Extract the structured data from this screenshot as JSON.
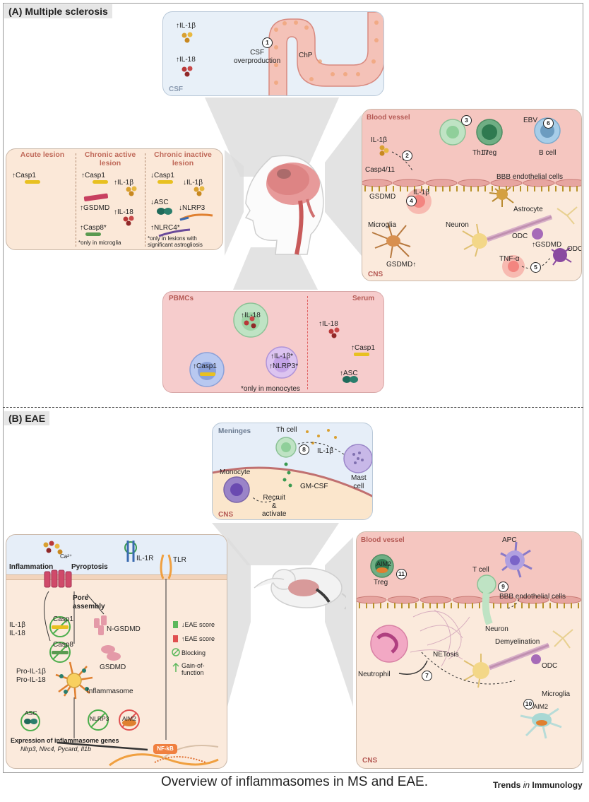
{
  "sections": {
    "a_title": "(A) Multiple sclerosis",
    "b_title": "(B) EAE"
  },
  "csf_panel": {
    "title": "CSF",
    "il1b": "IL-1β",
    "il18": "IL-18",
    "overproduction": "CSF\noverproduction",
    "chp": "ChP",
    "step": "1"
  },
  "lesion_panel": {
    "col1_header": "Acute lesion",
    "col2_header": "Chronic active\nlesion",
    "col3_header": "Chronic inactive\nlesion",
    "acute_casp1": "Casp1",
    "ca_casp1": "Casp1",
    "ca_il1b": "IL-1β",
    "ca_gsdmd": "GSDMD",
    "ca_il18": "IL-18",
    "ca_casp8": "Casp8",
    "ca_note": "*only in microglia",
    "ci_casp1": "Casp1",
    "ci_il1b": "IL-1β",
    "ci_asc": "ASC",
    "ci_nlrp3": "NLRP3",
    "ci_nlrc4": "NLRC4*",
    "ci_note": "*only in lesions with\nsignificant astrogliosis"
  },
  "bv_panel": {
    "title": "Blood vessel",
    "cns": "CNS",
    "th17": "Th17",
    "treg": "Treg",
    "ebv": "EBV",
    "bcell": "B cell",
    "il1b": "IL-1β",
    "casp411": "Casp4/11",
    "gsdmd": "GSDMD",
    "bbb": "BBB endothelial cells",
    "il1b_cns": "IL-1β",
    "astrocyte": "Astrocyte",
    "neuron": "Neuron",
    "odc1": "ODC",
    "microglia": "Microglia",
    "gsdmd2": "GSDMD",
    "tnfa": "TNF-α",
    "odc2": "ODC",
    "gsdmd3": "GSDMD",
    "steps": [
      "2",
      "3",
      "4",
      "5",
      "6"
    ]
  },
  "pbmc_panel": {
    "title_left": "PBMCs",
    "title_right": "Serum",
    "il18": "IL-18",
    "casp1": "Casp1",
    "il1b": "IL-1β",
    "nlrp3": "NLRP3",
    "note": "*only in monocytes",
    "serum_il18": "IL-18",
    "serum_casp1": "Casp1",
    "serum_asc": "ASC"
  },
  "meninges_panel": {
    "title": "Meninges",
    "cns": "CNS",
    "thcell": "Th cell",
    "il1b": "IL-1β",
    "mast": "Mast\ncell",
    "monocyte": "Monocyte",
    "gmcsf": "GM-CSF",
    "recruit": "Recruit\n&\nactivate",
    "step": "8"
  },
  "mech_panel": {
    "ca": "Ca²⁺",
    "il1r": "IL-1R",
    "tlr": "TLR",
    "inflammation": "Inflammation",
    "pyroptosis": "Pyroptosis",
    "pore": "Pore\nassembly",
    "il1b": "IL-1β",
    "il18": "IL-18",
    "casp1": "Casp1",
    "casp8": "Casp8",
    "ngsdmd": "N-GSDMD",
    "gsdmd": "GSDMD",
    "proil1b": "Pro-IL-1β",
    "proil18": "Pro-IL-18",
    "inflammasome": "Inflammasome",
    "asc": "ASC",
    "nlrp3": "NLRP3",
    "aim2": "AIM2",
    "nfkb": "NF-kB",
    "expr_title": "Expression of inflammasome genes",
    "expr_genes": "Nlrp3, Nlrc4, Pycard, Il1b",
    "legend": [
      {
        "label": "EAE score",
        "color": "#5cb85c",
        "arrow": "↓"
      },
      {
        "label": "EAE score",
        "color": "#e05050",
        "arrow": "↑"
      },
      {
        "label": "Blocking",
        "color": "#5cb85c",
        "arrow": "⊘"
      },
      {
        "label": "Gain-of-\nfunction",
        "color": "#5cb85c",
        "arrow": "↑"
      }
    ]
  },
  "eae_bv_panel": {
    "title": "Blood vessel",
    "cns": "CNS",
    "aim2": "AIM2",
    "treg": "Treg",
    "apc": "APC",
    "tcell": "T cell",
    "bbb": "BBB endothelial cells",
    "netosis": "NETosis",
    "neuron": "Neuron",
    "demyelination": "Demyelination",
    "odc": "ODC",
    "neutrophil": "Neutrophil",
    "microglia": "Microglia",
    "aim2_mg": "AIM2",
    "steps": [
      "7",
      "9",
      "10",
      "11"
    ]
  },
  "caption": "Overview of inflammasomes in MS and EAE.",
  "brand": {
    "bold": "Trends",
    "mid": "in",
    "end": "Immunology"
  }
}
